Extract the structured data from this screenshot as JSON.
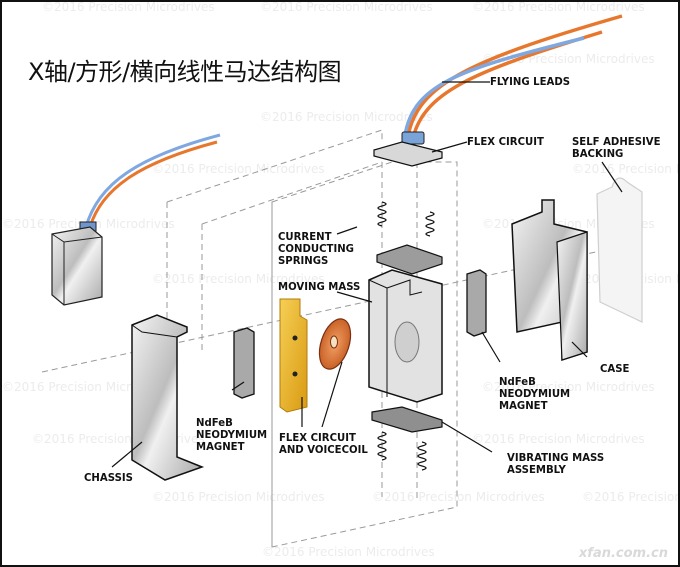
{
  "title": "X轴/方形/横向线性马达结构图",
  "watermark": "©2016 Precision Microdrives",
  "site_watermark": "xfan.com.cn",
  "colors": {
    "wire_orange": "#e8772e",
    "wire_blue": "#7fa7e0",
    "coil_copper": "#d87a3a",
    "flex_gold": "#e8b52a",
    "metal_gray": "#c8c8c8",
    "outline": "#111111"
  },
  "labels": {
    "flying_leads": "FLYING LEADS",
    "flex_circuit": "FLEX CIRCUIT",
    "self_adhesive_backing": "SELF ADHESIVE\nBACKING",
    "current_conducting_springs": "CURRENT\nCONDUCTING\nSPRINGS",
    "moving_mass": "MOVING MASS",
    "ndfeb_magnet_left": "NdFeB\nNEODYMIUM\nMAGNET",
    "ndfeb_magnet_right": "NdFeB\nNEODYMIUM\nMAGNET",
    "case": "CASE",
    "chassis": "CHASSIS",
    "flex_circuit_voicecoil": "FLEX CIRCUIT\nAND VOICECOIL",
    "vibrating_mass_assembly": "VIBRATING MASS\nASSEMBLY"
  }
}
